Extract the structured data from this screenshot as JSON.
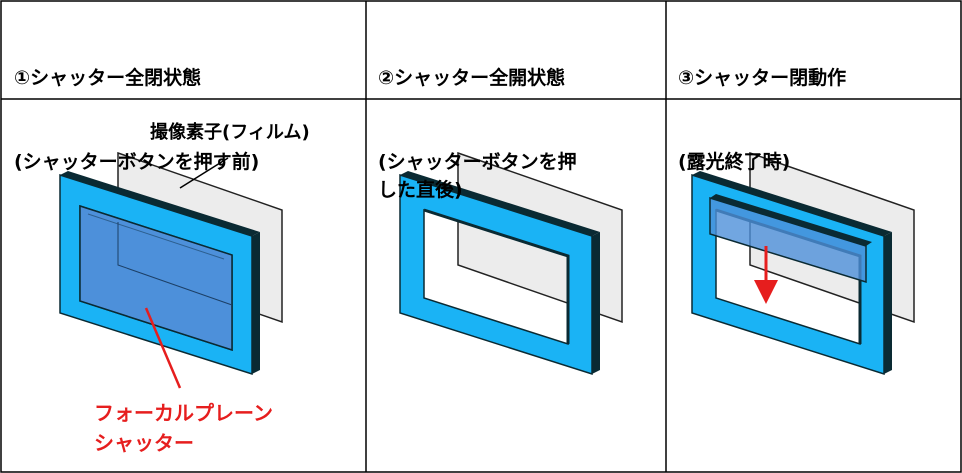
{
  "panels": [
    {
      "title": "①シャッター全閉状態",
      "subtitle": "(シャッターボタンを押す前)"
    },
    {
      "title": "②シャッター全開状態",
      "subtitle": "(シャッターボタンを押\nした直後)"
    },
    {
      "title": "③シャッター閉動作",
      "subtitle": "(露光終了時)"
    }
  ],
  "labels": {
    "sensor": "撮像素子(フィルム)",
    "shutter": "フォーカルプレーン\nシャッター"
  },
  "colors": {
    "frame_face": "#1ab3f5",
    "frame_side": "#0a2a33",
    "sensor_fill": "#ececec",
    "shutter_curtain": "#4d90da",
    "shutter_label": "#e61e1e",
    "motion_arrow": "#e61e1e",
    "grid_lines": "#000000"
  },
  "icons": {
    "motion": "arrow-down-icon"
  }
}
